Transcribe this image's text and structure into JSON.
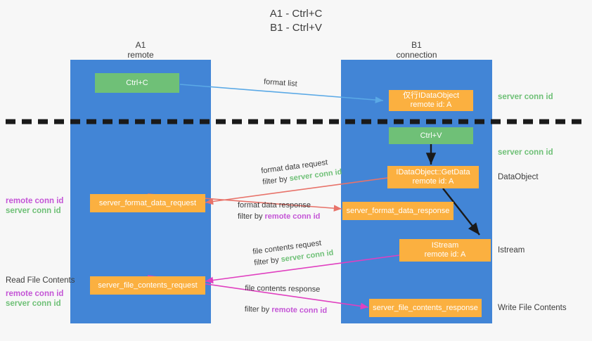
{
  "title": {
    "line1": "A1 - Ctrl+C",
    "line2": "B1 - Ctrl+V"
  },
  "lanes": [
    {
      "name": "A1",
      "sub": "remote"
    },
    {
      "name": "B1",
      "sub": "connection"
    }
  ],
  "boxes": {
    "ctrl_c": {
      "line1": "Ctrl+C",
      "line2": ""
    },
    "ctrl_v": {
      "line1": "Ctrl+V",
      "line2": ""
    },
    "idataobject": {
      "line1": "仅行IDataObject",
      "line2": "remote id: A"
    },
    "getdata": {
      "line1": "IDataObject::GetData",
      "line2": "remote id: A"
    },
    "istream": {
      "line1": "IStream",
      "line2": "remote id: A"
    },
    "fmt_req": {
      "line1": "server_format_data_request",
      "line2": ""
    },
    "fmt_resp": {
      "line1": "server_format_data_response",
      "line2": ""
    },
    "file_req": {
      "line1": "server_file_contents_request",
      "line2": ""
    },
    "file_resp": {
      "line1": "server_file_contents_response",
      "line2": ""
    }
  },
  "edge_labels": {
    "format_list": {
      "text": "format list"
    },
    "format_data_request": {
      "line1": "format data request",
      "prefix": "filter by ",
      "highlight": "server conn id"
    },
    "format_data_response": {
      "line1": "format data response",
      "prefix": "filter by ",
      "highlight": "remote conn id"
    },
    "file_contents_request": {
      "line1": "file contents request",
      "prefix": "filter by ",
      "highlight": "server conn id"
    },
    "file_contents_response": {
      "line1": "file contents response",
      "prefix": "filter by ",
      "highlight": "remote conn id"
    }
  },
  "right_labels": {
    "server_conn_id_top": "server conn id",
    "server_conn_id_second": "server conn id",
    "dataobject": "DataObject",
    "istream": "Istream",
    "write_file_contents": "Write File Contents"
  },
  "left_labels": {
    "remote_conn_id_1": "remote conn id",
    "server_conn_id_1": "server conn id",
    "read_file_contents": "Read File Contents",
    "remote_conn_id_2": "remote conn id",
    "server_conn_id_2": "server conn id"
  },
  "colors": {
    "lane": "#4285d6",
    "orange": "#fbb040",
    "green": "#6fc077",
    "purple": "#c455d6",
    "red_arrow": "#e8736a",
    "blue_arrow": "#5aa9e6",
    "magenta_arrow": "#e040c0",
    "black": "#1a1a1a"
  }
}
